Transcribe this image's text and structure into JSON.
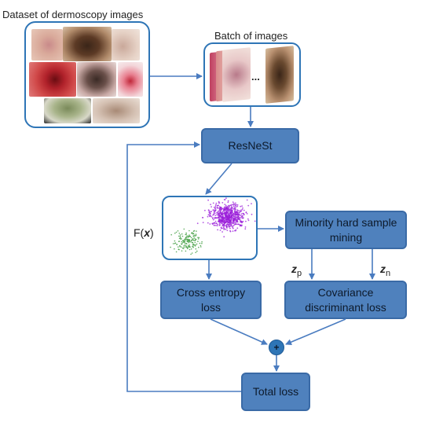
{
  "dataset": {
    "title": "Dataset of dermoscopy images"
  },
  "batch": {
    "title": "Batch of images",
    "ellipsis": "..."
  },
  "nodes": {
    "resnest": "ResNeSt",
    "minority": "Minority hard sample\nmining",
    "cross_entropy": "Cross entropy\nloss",
    "covariance": "Covariance\ndiscriminant loss",
    "total": "Total loss",
    "sum_symbol": "+"
  },
  "labels": {
    "feature_prefix": "F(",
    "feature_var": "x",
    "feature_suffix": ")",
    "zp_var": "z",
    "zp_sub": "p",
    "zn_var": "z",
    "zn_sub": "n"
  },
  "colors": {
    "accent": "#2e75b6",
    "box_fill": "#4f81bd",
    "cluster_purple": "#9b1fd9",
    "cluster_green": "#3a9a3a"
  }
}
